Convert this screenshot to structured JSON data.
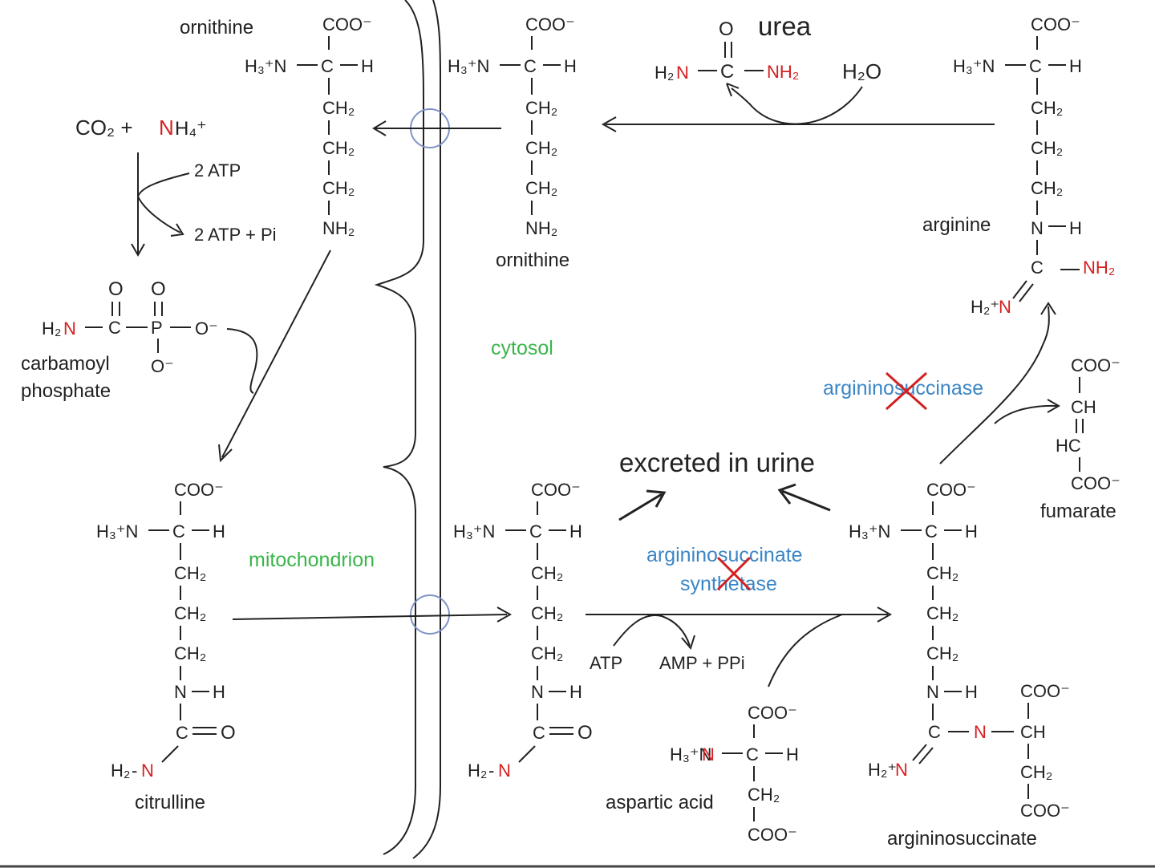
{
  "labels": {
    "ornithine_mito": "ornithine",
    "ornithine_cyto": "ornithine",
    "urea": "urea",
    "water": "H₂O",
    "co2": "CO₂  +",
    "nh4_n": "N",
    "nh4_rest": "H₄⁺",
    "atp_in": "2 ATP",
    "atp_out": "2 ATP + Pi",
    "carbamoyl": "carbamoyl",
    "phosphate": "phosphate",
    "arginine": "arginine",
    "argininosuccinase": "argininosuccinase",
    "cytosol": "cytosol",
    "mitochondrion": "mitochondrion",
    "excreted": "excreted in urine",
    "fumarate": "fumarate",
    "ass_line1": "argininosuccinate",
    "ass_line2": "synthetase",
    "atp": "ATP",
    "amp": "AMP + PPi",
    "aspartic": "aspartic acid",
    "argininosuccinate": "argininosuccinate",
    "citrulline": "citrulline"
  },
  "atoms": {
    "coo": "COO⁻",
    "h3n": "H₃⁺N",
    "c": "C",
    "h": "H",
    "ch2": "CH₂",
    "nh2": "NH₂",
    "nh": "N",
    "o": "O",
    "h2n_h": "H₂",
    "n": "N",
    "h2n_plus_h": "H₂⁺",
    "ch": "CH",
    "hc": "HC",
    "p": "P",
    "ominus": "O⁻"
  },
  "colors": {
    "nitrogen": "#d42020",
    "compartment": "#3ab54a",
    "enzyme": "#3b86c6",
    "inhibition_x": "#d42020",
    "transporter": "#7f93c8"
  }
}
